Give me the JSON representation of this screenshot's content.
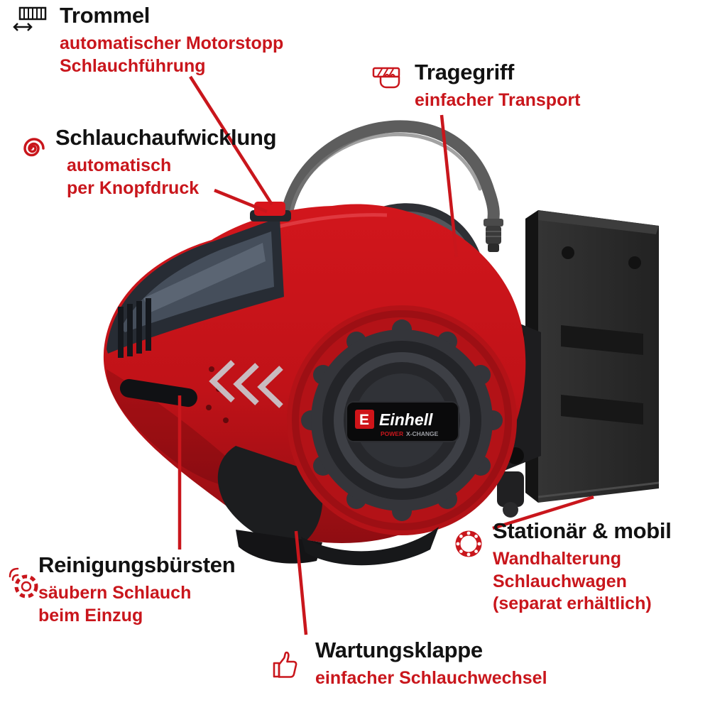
{
  "colors": {
    "accent": "#c9161c",
    "heading": "#121212"
  },
  "callouts": {
    "trommel": {
      "title": "Trommel",
      "sub1": "automatischer Motorstopp",
      "sub2": "Schlauchführung"
    },
    "aufwicklung": {
      "title": "Schlauchaufwicklung",
      "sub1": "automatisch",
      "sub2": "per Knopfdruck"
    },
    "tragegriff": {
      "title": "Tragegriff",
      "sub1": "einfacher Transport"
    },
    "reinigung": {
      "title": "Reinigungsbürsten",
      "sub1": "säubern Schlauch",
      "sub2": "beim Einzug"
    },
    "stationaer": {
      "title": "Stationär & mobil",
      "sub1": "Wandhalterung",
      "sub2": "Schlauchwagen",
      "sub3": "(separat erhältlich)"
    },
    "wartung": {
      "title": "Wartungsklappe",
      "sub1": "einfacher Schlauchwechsel"
    }
  },
  "product": {
    "brand": "Einhell",
    "logo_letter": "E",
    "badge_left": "POWER",
    "badge_right": "X-CHANGE"
  }
}
